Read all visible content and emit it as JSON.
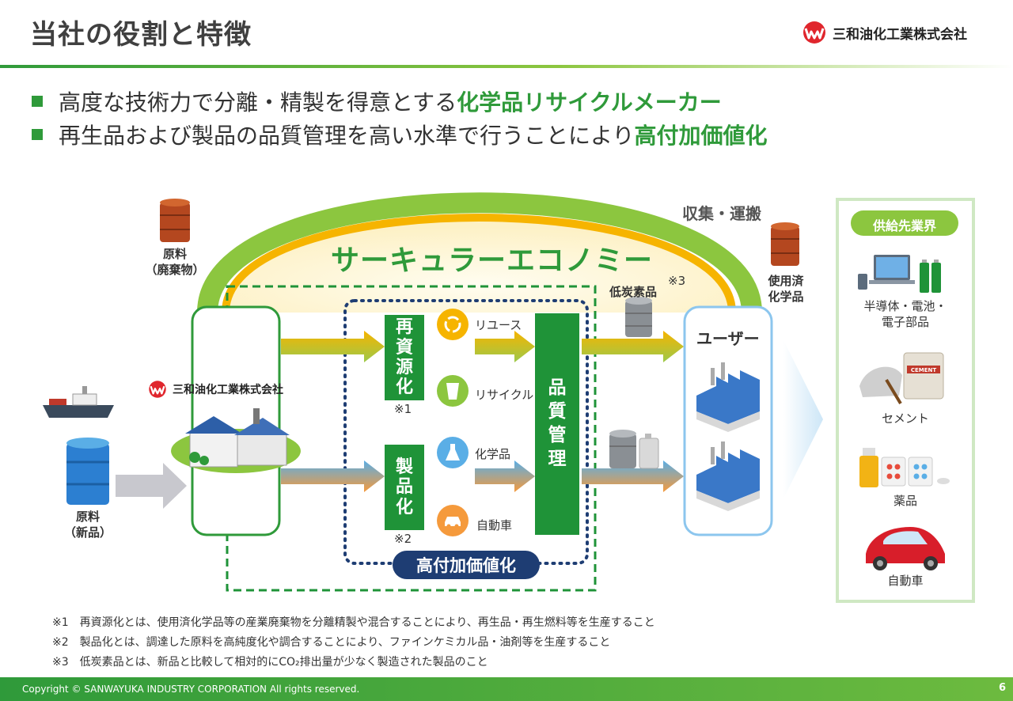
{
  "header": {
    "title": "当社の役割と特徴",
    "company": "三和油化工業株式会社"
  },
  "bullets": [
    {
      "text": "高度な技術力で分離・精製を得意とする",
      "emphasis": "化学品リサイクルメーカー"
    },
    {
      "text": "再生品および製品の品質管理を高い水準で行うことにより",
      "emphasis": "高付加価値化"
    }
  ],
  "diagram": {
    "circular_economy": "サーキュラーエコノミー",
    "collection": "収集・運搬",
    "raw_waste": "原料\n（廃棄物）",
    "raw_new": "原料\n（新品）",
    "used_chemicals": "使用済\n化学品",
    "low_carbon": "低炭素品",
    "note_mark_3": "※3",
    "company_label": "三和油化工業株式会社",
    "recycling_box": "再\n資\n源\n化",
    "note_mark_1": "※1",
    "production_box": "製\n品\n化",
    "note_mark_2": "※2",
    "quality_box": "品\n質\n管\n理",
    "reuse": "リユース",
    "recycle": "リサイクル",
    "chemicals": "化学品",
    "automobile": "自動車",
    "high_value": "高付加価値化",
    "user": "ユーザー"
  },
  "supply": {
    "title": "供給先業界",
    "items": [
      {
        "label": "半導体・電池・\n電子部品"
      },
      {
        "label": "セメント"
      },
      {
        "label": "薬品"
      },
      {
        "label": "自動車"
      }
    ],
    "cement_bag_text": "CEMENT"
  },
  "notes": [
    "※1　再資源化とは、使用済化学品等の産業廃棄物を分離精製や混合することにより、再生品・再生燃料等を生産すること",
    "※2　製品化とは、調達した原料を高純度化や調合することにより、ファインケミカル品・油剤等を生産すること",
    "※3　低炭素品とは、新品と比較して相対的にCO₂排出量が少なく製造された製品のこと"
  ],
  "footer": {
    "copyright": "Copyright © SANWAYUKA INDUSTRY CORPORATION All rights reserved.",
    "page": "6"
  }
}
